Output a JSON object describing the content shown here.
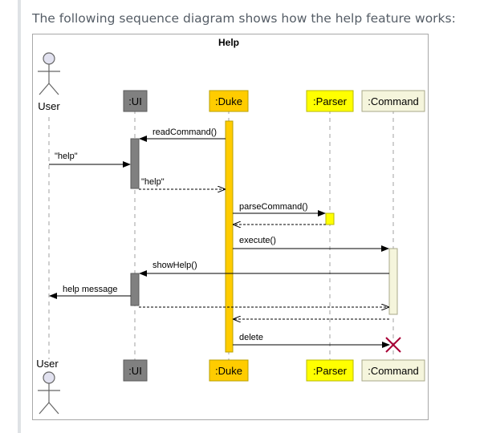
{
  "intro_text": "The following sequence diagram shows how the help feature works:",
  "diagram": {
    "title": "Help",
    "actor": "User",
    "participants": {
      "ui": ":UI",
      "duke": ":Duke",
      "parser": ":Parser",
      "command": ":Command"
    },
    "messages": {
      "read_command": "readCommand()",
      "help_input": "\"help\"",
      "help_return": "\"help\"",
      "parse_command": "parseCommand()",
      "execute": "execute()",
      "show_help": "showHelp()",
      "help_message": "help message",
      "delete": "delete"
    },
    "colors": {
      "ui": "#808080",
      "duke": "#FFCC00",
      "parser": "#FFFF00",
      "command": "#F5F5DC",
      "destroy": "#A80036"
    }
  }
}
